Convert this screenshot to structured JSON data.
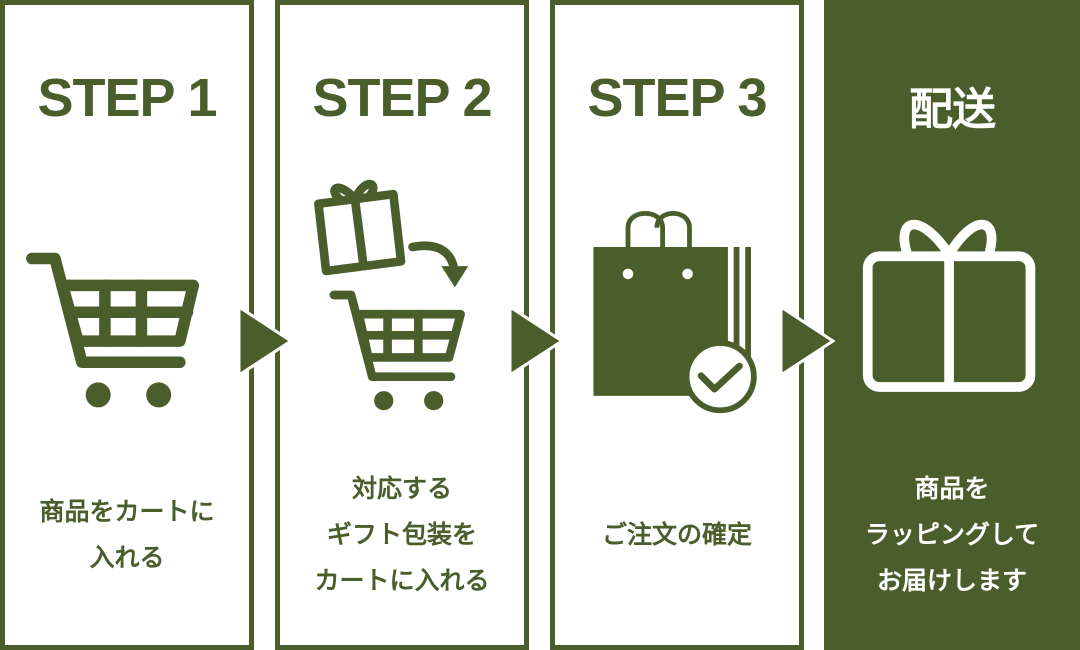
{
  "accent": "#4a5e2c",
  "steps": [
    {
      "title": "STEP 1",
      "icon": "cart-icon",
      "lines": [
        "商品をカートに",
        "入れる"
      ]
    },
    {
      "title": "STEP 2",
      "icon": "gift-to-cart-icon",
      "lines": [
        "対応する",
        "ギフト包装を",
        "カートに入れる"
      ]
    },
    {
      "title": "STEP 3",
      "icon": "shopping-bag-check-icon",
      "lines": [
        "ご注文の確定"
      ]
    },
    {
      "title": "配送",
      "icon": "gift-icon",
      "lines": [
        "商品を",
        "ラッピングして",
        "お届けします"
      ]
    }
  ]
}
